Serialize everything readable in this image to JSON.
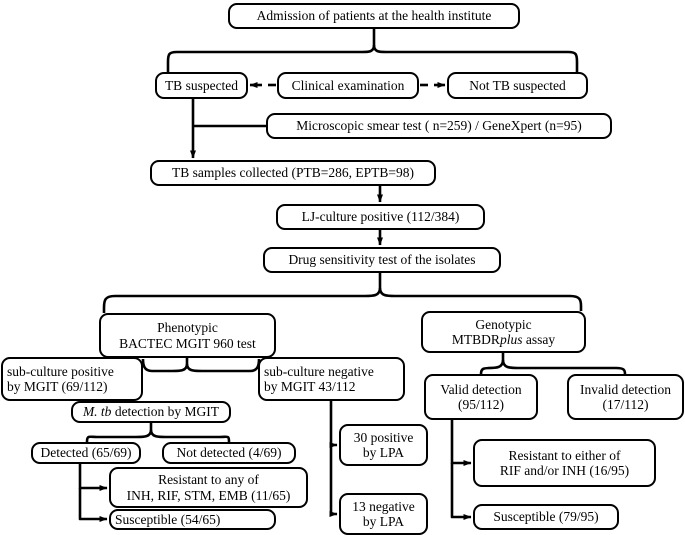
{
  "diagram": {
    "title": "TB patient diagnostic and drug sensitivity testing flowchart",
    "stroke_color": "#000000",
    "background_color": "#ffffff",
    "nodes": {
      "admission": {
        "line1": "Admission of patients at the health institute"
      },
      "tb_suspected": {
        "line1": "TB suspected"
      },
      "clinical_examination": {
        "line1": "Clinical examination"
      },
      "not_tb_suspected": {
        "line1": "Not TB suspected"
      },
      "smear_test": {
        "line1": "Microscopic smear test ( n=259) / GeneXpert (n=95)"
      },
      "samples_collected": {
        "line1": "TB samples collected (PTB=286, EPTB=98)"
      },
      "lj_culture": {
        "line1": "LJ-culture positive (112/384)"
      },
      "drug_sensitivity": {
        "line1": "Drug sensitivity test of the isolates"
      },
      "phenotypic": {
        "line1": "Phenotypic",
        "line2": "BACTEC MGIT 960 test"
      },
      "genotypic": {
        "line1": "Genotypic",
        "line2_pre": "MTBDR",
        "line2_italic": "plus",
        "line2_post": " assay"
      },
      "subculture_positive": {
        "line1": "sub-culture positive",
        "line2": "by MGIT (69/112)"
      },
      "subculture_negative": {
        "line1": "sub-culture negative",
        "line2": "by MGIT 43/112"
      },
      "valid_detection": {
        "line1": "Valid detection",
        "line2": "(95/112)"
      },
      "invalid_detection": {
        "line1": "Invalid detection",
        "line2": "(17/112)"
      },
      "mtb_detection": {
        "line1_italic": "M. tb",
        "line1_post": " detection by MGIT"
      },
      "detected": {
        "line1": "Detected (65/69)"
      },
      "not_detected": {
        "line1": "Not detected  (4/69)"
      },
      "resistant_phenotypic": {
        "line1": "Resistant to any of",
        "line2": "INH, RIF, STM, EMB (11/65)"
      },
      "susceptible_phenotypic": {
        "line1": "Susceptible (54/65)"
      },
      "lpa_positive": {
        "line1": "30 positive",
        "line2": "by LPA"
      },
      "lpa_negative": {
        "line1": "13 negative",
        "line2": "by LPA"
      },
      "resistant_genotypic": {
        "line1": "Resistant to either of",
        "line2": "RIF and/or INH  (16/95)"
      },
      "susceptible_genotypic": {
        "line1": "Susceptible (79/95)"
      }
    },
    "counts": {
      "genexpert_n": 95,
      "smear_n": 259,
      "ptb": 286,
      "eptb": 98,
      "lj_culture_positive": "112/384",
      "subculture_positive": "69/112",
      "subculture_negative": "43/112",
      "mtb_detected": "65/69",
      "mtb_not_detected": "4/69",
      "phenotypic_resistant": "11/65",
      "phenotypic_susceptible": "54/65",
      "valid_detection": "95/112",
      "invalid_detection": "17/112",
      "lpa_positive": 30,
      "lpa_negative": 13,
      "genotypic_resistant": "16/95",
      "genotypic_susceptible": "79/95"
    }
  }
}
